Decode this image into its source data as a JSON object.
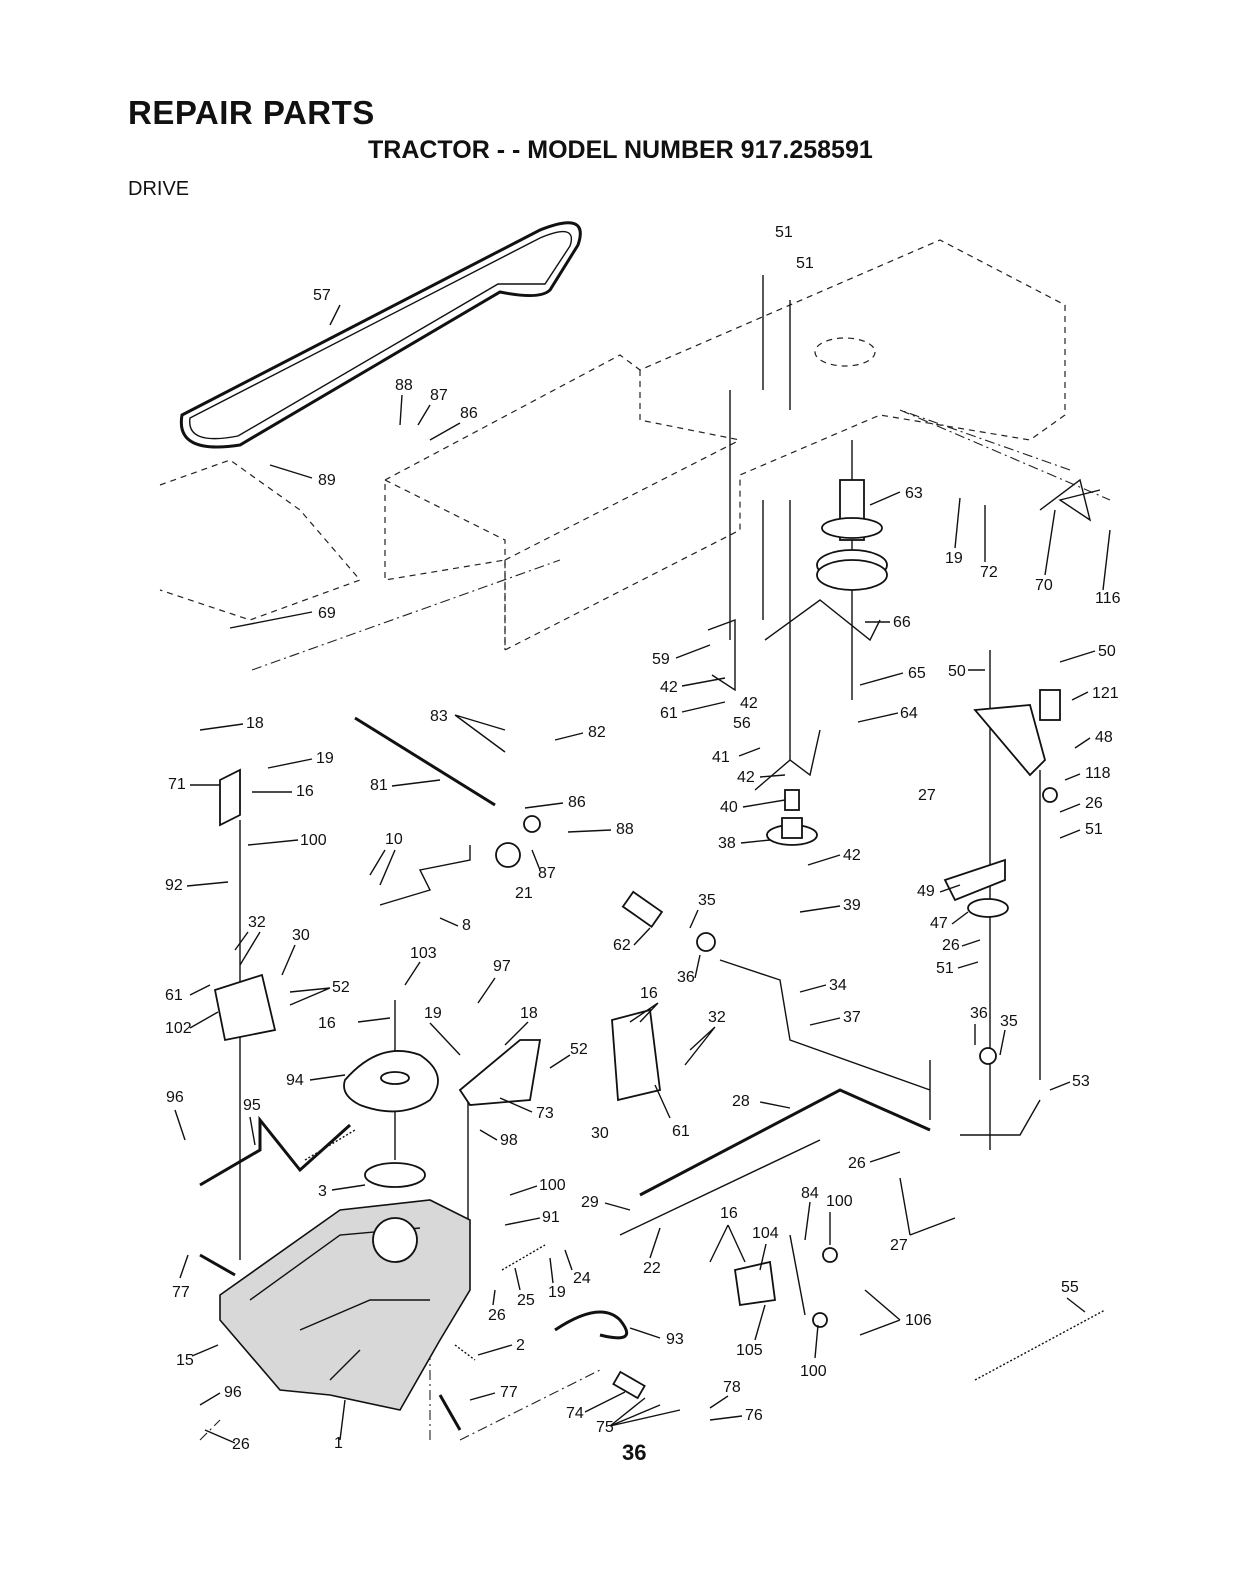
{
  "header": {
    "title": "REPAIR PARTS",
    "subtitle": "TRACTOR - - MODEL NUMBER 917.258591",
    "section": "DRIVE"
  },
  "page_number": "36",
  "callouts": [
    "51",
    "51",
    "57",
    "88",
    "87",
    "86",
    "89",
    "63",
    "19",
    "72",
    "70",
    "116",
    "69",
    "66",
    "59",
    "42",
    "61",
    "42",
    "56",
    "65",
    "64",
    "50",
    "50",
    "121",
    "48",
    "118",
    "26",
    "51",
    "18",
    "19",
    "71",
    "16",
    "83",
    "82",
    "81",
    "86",
    "88",
    "41",
    "42",
    "40",
    "38",
    "42",
    "27",
    "100",
    "10",
    "87",
    "21",
    "92",
    "8",
    "35",
    "62",
    "36",
    "39",
    "49",
    "47",
    "26",
    "51",
    "32",
    "30",
    "103",
    "97",
    "34",
    "61",
    "52",
    "16",
    "102",
    "16",
    "19",
    "18",
    "52",
    "32",
    "37",
    "36",
    "35",
    "94",
    "73",
    "30",
    "61",
    "96",
    "95",
    "98",
    "28",
    "53",
    "26",
    "3",
    "100",
    "29",
    "84",
    "100",
    "91",
    "16",
    "104",
    "27",
    "77",
    "24",
    "22",
    "19",
    "25",
    "26",
    "2",
    "55",
    "93",
    "106",
    "15",
    "105",
    "100",
    "96",
    "77",
    "78",
    "74",
    "75",
    "76",
    "26",
    "1"
  ]
}
